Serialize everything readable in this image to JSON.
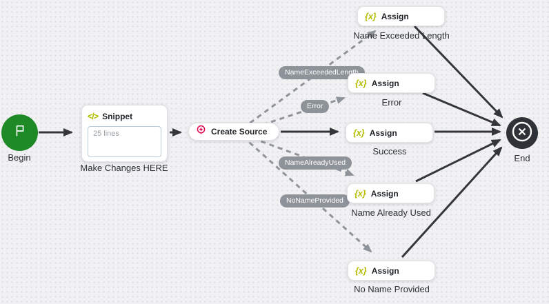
{
  "canvas": {
    "background_color": "#f1f1f3",
    "dot_color": "#d9dade"
  },
  "nodes": {
    "begin": {
      "label": "Begin",
      "color": "#1e8a26"
    },
    "snippet": {
      "title": "Snippet",
      "icon_glyph": "</>",
      "body_text": "25 lines",
      "caption": "Make Changes HERE"
    },
    "create_source": {
      "title": "Create Source",
      "icon_color": "#e0004d"
    },
    "assign_icon": {
      "glyph": "{x}",
      "color": "#b4bd00"
    },
    "assigns": [
      {
        "title": "Assign",
        "caption": "Name Exceeded Length"
      },
      {
        "title": "Assign",
        "caption": "Error"
      },
      {
        "title": "Assign",
        "caption": "Success"
      },
      {
        "title": "Assign",
        "caption": "Name Already Used"
      },
      {
        "title": "Assign",
        "caption": "No Name Provided"
      }
    ],
    "end": {
      "label": "End",
      "color": "#2f3236"
    }
  },
  "edges": {
    "solid_color": "#33363a",
    "dashed_color": "#8f949a",
    "branch_labels": [
      "NameExceededLength",
      "Error",
      "NameAlreadyUsed",
      "NoNameProvided"
    ]
  }
}
